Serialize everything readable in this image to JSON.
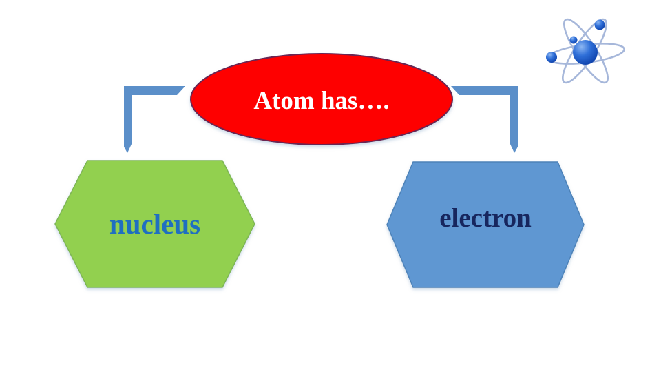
{
  "slide": {
    "background": "#ffffff",
    "title_bubble": {
      "label": "Atom has….",
      "fill": "#fe0000",
      "border": "#6b2553",
      "text_color": "#ffffff"
    },
    "connectors": {
      "color": "#5b8fc9"
    },
    "nodes": [
      {
        "label": "nucleus",
        "fill": "#92d050",
        "border": "#7db554",
        "text_color": "#1f6fc1"
      },
      {
        "label": "electron",
        "fill": "#5e97d2",
        "border": "#4d82b8",
        "text_color": "#17265e"
      }
    ],
    "decoration": {
      "icon": "atom-icon",
      "orbit_color": "#a6b7da",
      "sphere_color": "#2f6fd8"
    }
  }
}
